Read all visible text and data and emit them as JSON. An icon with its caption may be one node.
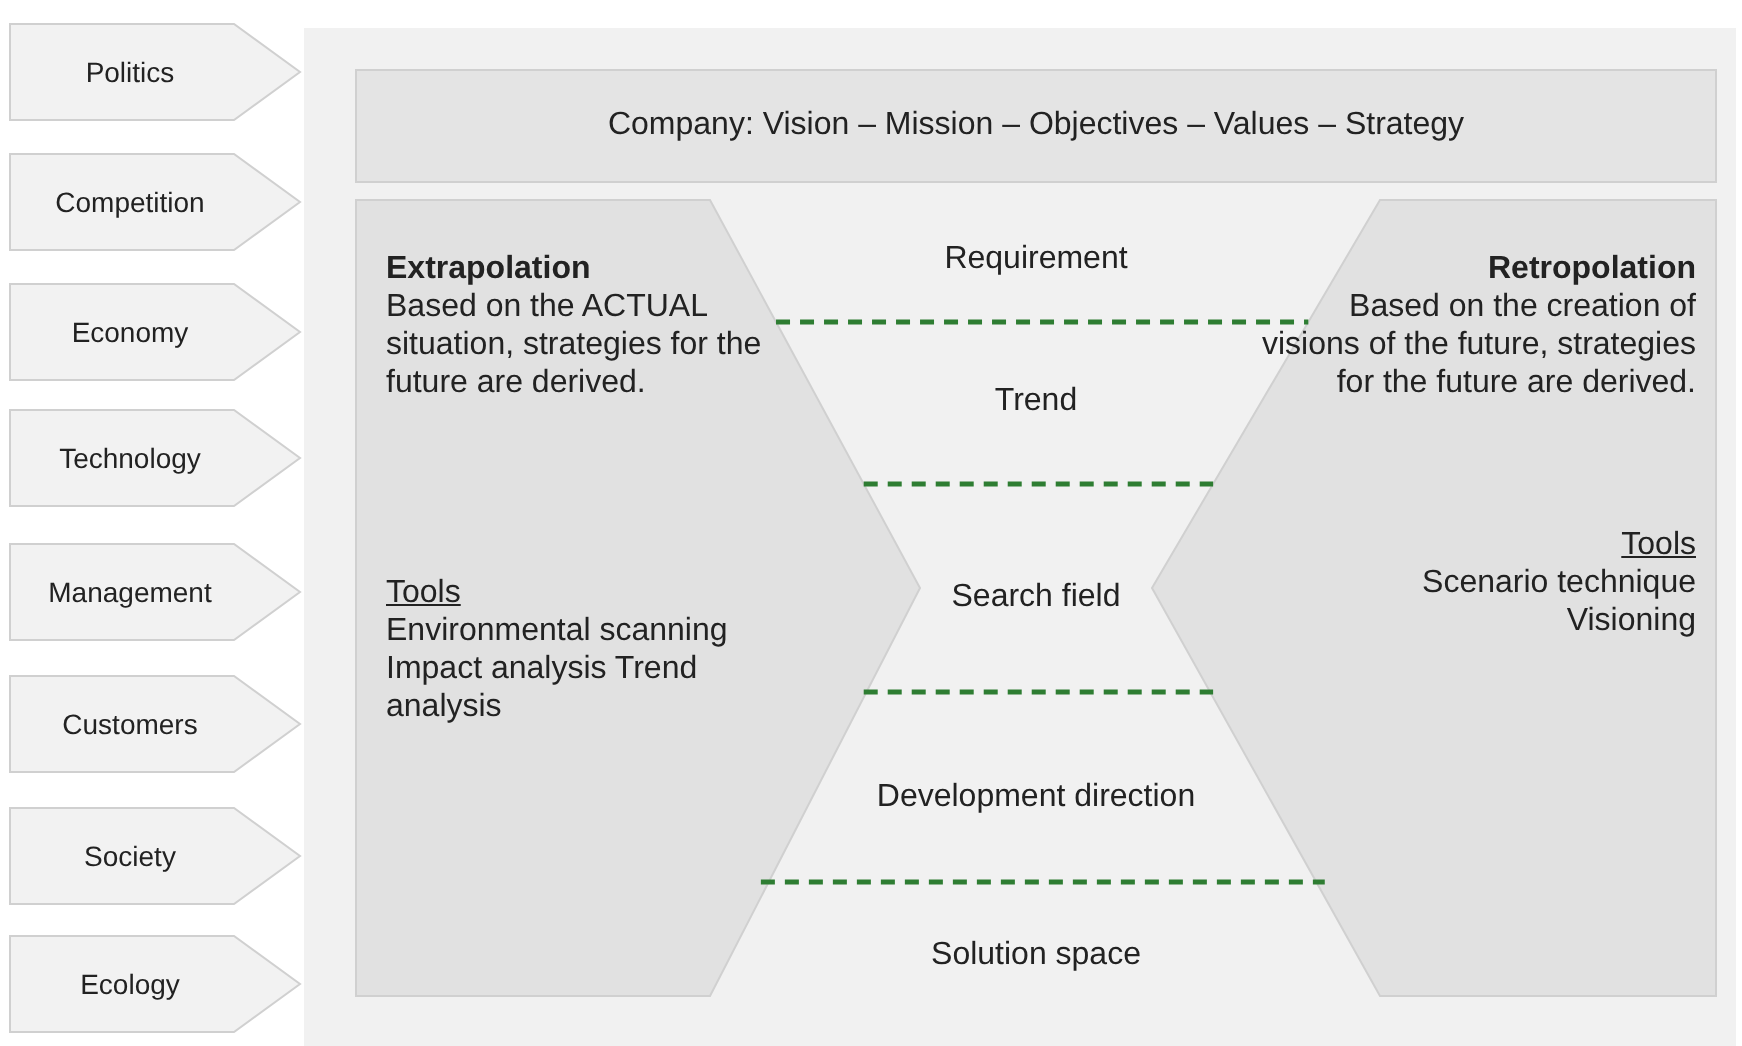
{
  "diagram": {
    "nodes": [
      {
        "text": [
          "Politics"
        ]
      },
      {
        "text": [
          "Competition"
        ]
      },
      {
        "text": [
          "Economy"
        ]
      },
      {
        "text": [
          "Technology"
        ]
      },
      {
        "text": [
          "Management"
        ]
      },
      {
        "text": [
          "Customers"
        ]
      },
      {
        "text": [
          "Society"
        ]
      },
      {
        "text": [
          "Ecology"
        ]
      },
      {
        "text": [
          "Company: Vision – Mission – Objectives – Values – Strategy"
        ]
      },
      {
        "text": [
          "Extrapolation",
          "Based on the ACTUAL situation, strategies for the future are derived.",
          "Tools",
          "Environmental scanning Impact analysis Trend analysis"
        ]
      },
      {
        "text": [
          "Retropolation",
          "Based on the creation of visions of the future, strategies for the future are derived.",
          "Tools",
          "Scenario technique Visioning"
        ]
      }
    ],
    "edges": [
      {
        "from": 9,
        "to": 10,
        "arrow": "none",
        "style": "dashed",
        "color": "#2e7d32"
      },
      {
        "from": 9,
        "to": 10,
        "arrow": "none",
        "style": "dashed",
        "color": "#2e7d32"
      },
      {
        "from": 9,
        "to": 10,
        "arrow": "none",
        "style": "dashed",
        "color": "#2e7d32"
      },
      {
        "from": 9,
        "to": 10,
        "arrow": "none",
        "style": "dashed",
        "color": "#2e7d32"
      }
    ],
    "labels": [
      "Requirement",
      "Trend",
      "Search field",
      "Development direction",
      "Solution space"
    ]
  }
}
